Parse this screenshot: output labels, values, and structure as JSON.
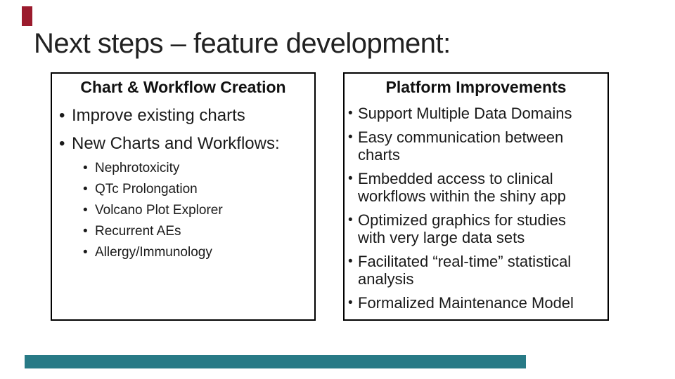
{
  "slide": {
    "title": "Next steps – feature development:",
    "bullet_char": "•",
    "colors": {
      "accent_red": "#9B1B2D",
      "bar_teal": "#287A86"
    },
    "left_box": {
      "header": "Chart & Workflow Creation",
      "bullets": [
        "Improve existing charts",
        "New Charts and Workflows:"
      ],
      "sub_bullets": [
        "Nephrotoxicity",
        "QTc Prolongation",
        "Volcano Plot Explorer",
        "Recurrent AEs",
        "Allergy/Immunology"
      ]
    },
    "right_box": {
      "header": "Platform Improvements",
      "bullets": [
        "Support Multiple Data Domains",
        "Easy communication between charts",
        "Embedded access to clinical workflows within the shiny app",
        "Optimized graphics for studies with very large data sets",
        "Facilitated “real-time” statistical analysis",
        "Formalized Maintenance Model"
      ]
    }
  }
}
